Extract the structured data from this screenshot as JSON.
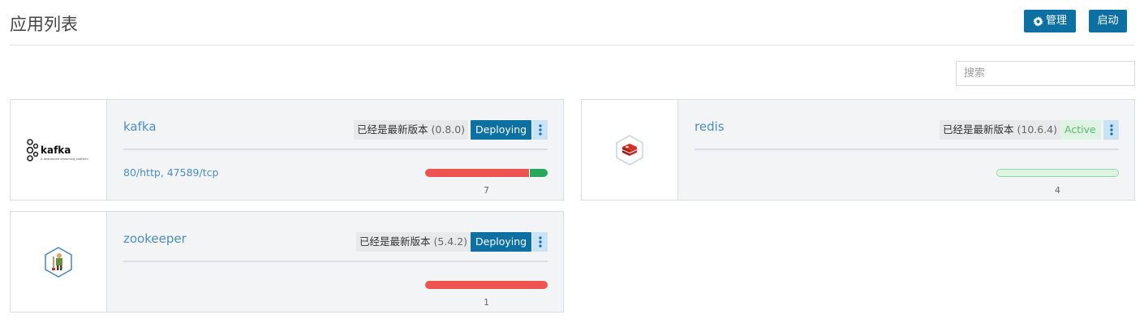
{
  "header": {
    "title": "应用列表",
    "manage_label": "管理",
    "start_label": "启动"
  },
  "search": {
    "placeholder": "搜索"
  },
  "colors": {
    "accent": "#0c70a2",
    "link": "#4a8dc7",
    "error": "#ef5350",
    "success": "#27a85a",
    "active_bg": "#dff3e4"
  },
  "apps": [
    {
      "name": "kafka",
      "version_label": "已经是最新版本",
      "version": "(0.8.0)",
      "status": "Deploying",
      "ports": "80/http, 47589/tcp",
      "count": "7",
      "health": {
        "failed": 0.85,
        "healthy": 0.15
      },
      "logo_text": "kafka",
      "logo_caption": "A distributed streaming platform"
    },
    {
      "name": "redis",
      "version_label": "已经是最新版本",
      "version": "(10.6.4)",
      "status": "Active",
      "ports": "",
      "count": "4",
      "health": {
        "failed": 0,
        "healthy": 1
      }
    },
    {
      "name": "zookeeper",
      "version_label": "已经是最新版本",
      "version": "(5.4.2)",
      "status": "Deploying",
      "ports": "",
      "count": "1",
      "health": {
        "failed": 1,
        "healthy": 0
      }
    }
  ]
}
